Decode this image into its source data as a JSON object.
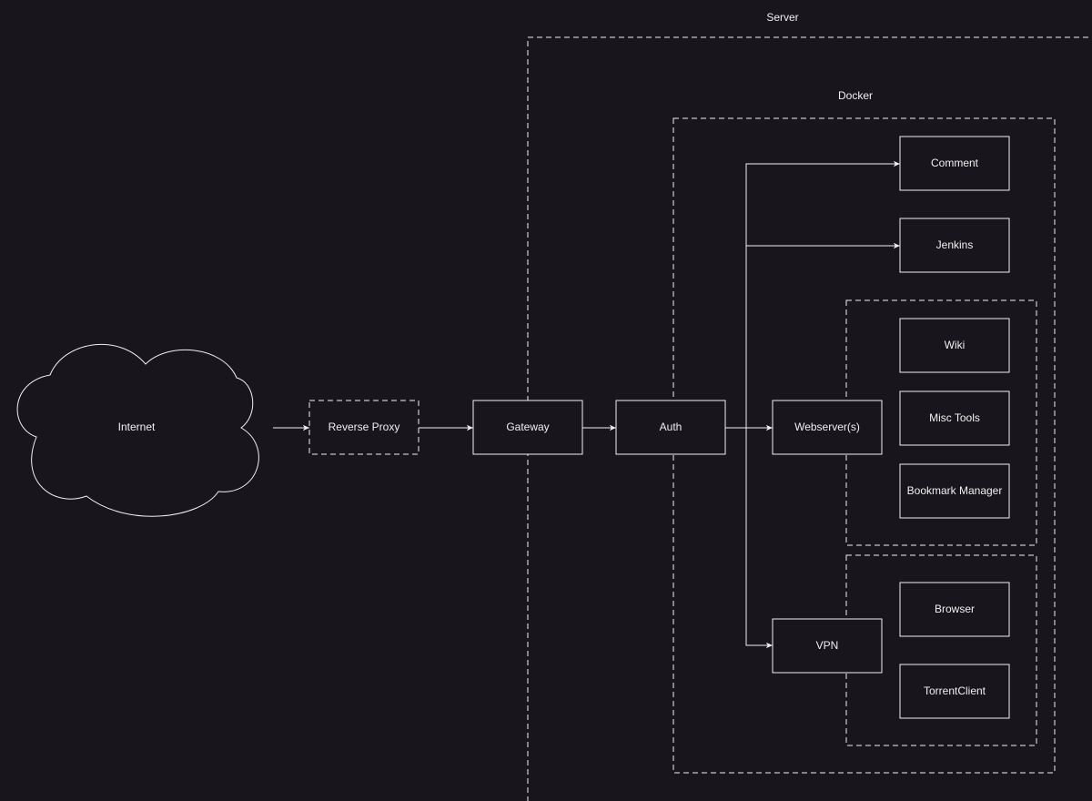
{
  "colors": {
    "background": "#18161c",
    "stroke": "#f0f0f0",
    "text": "#f0f0f0"
  },
  "groups": {
    "server": "Server",
    "docker": "Docker"
  },
  "nodes": {
    "internet": "Internet",
    "reverse_proxy": "Reverse Proxy",
    "gateway": "Gateway",
    "auth": "Auth",
    "comment": "Comment",
    "jenkins": "Jenkins",
    "webservers": "Webserver(s)",
    "wiki": "Wiki",
    "misc_tools": "Misc Tools",
    "bookmark_manager": "Bookmark Manager",
    "vpn": "VPN",
    "browser": "Browser",
    "torrent_client": "TorrentClient"
  }
}
